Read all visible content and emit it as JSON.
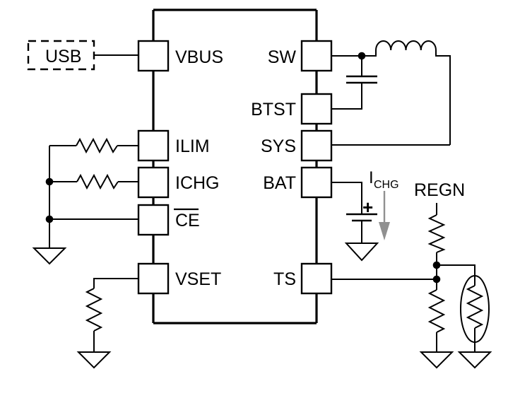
{
  "diagram_type": "circuit-schematic",
  "subject": "battery charger IC application circuit",
  "colors": {
    "line": "#000000",
    "text": "#000000",
    "current_arrow_gray": "#909090",
    "background": "#ffffff"
  },
  "ic": {
    "left_pins": [
      {
        "id": "vbus",
        "label": "VBUS",
        "overline": false
      },
      {
        "id": "ilim",
        "label": "ILIM",
        "overline": false
      },
      {
        "id": "ichg",
        "label": "ICHG",
        "overline": false
      },
      {
        "id": "ce",
        "label": "CE",
        "overline": true
      },
      {
        "id": "vset",
        "label": "VSET",
        "overline": false
      }
    ],
    "right_pins": [
      {
        "id": "sw",
        "label": "SW"
      },
      {
        "id": "btst",
        "label": "BTST"
      },
      {
        "id": "sys",
        "label": "SYS"
      },
      {
        "id": "bat",
        "label": "BAT"
      },
      {
        "id": "ts",
        "label": "TS"
      }
    ]
  },
  "annotations": {
    "usb_label": "USB",
    "regn_label": "REGN",
    "charge_current_symbol": "I",
    "charge_current_subscript": "CHG",
    "battery_polarity": "+"
  },
  "symbols": [
    "ic-body",
    "usb-source-dashed-box",
    "resistor-ilim",
    "resistor-ichg",
    "resistor-vset",
    "resistor-regn-pullup",
    "resistor-ts-lower",
    "thermistor-ntc",
    "inductor-4-loop",
    "capacitor-btst",
    "battery-cell",
    "ground-x5",
    "junction-dot-x5",
    "charge-current-arrow-down"
  ]
}
